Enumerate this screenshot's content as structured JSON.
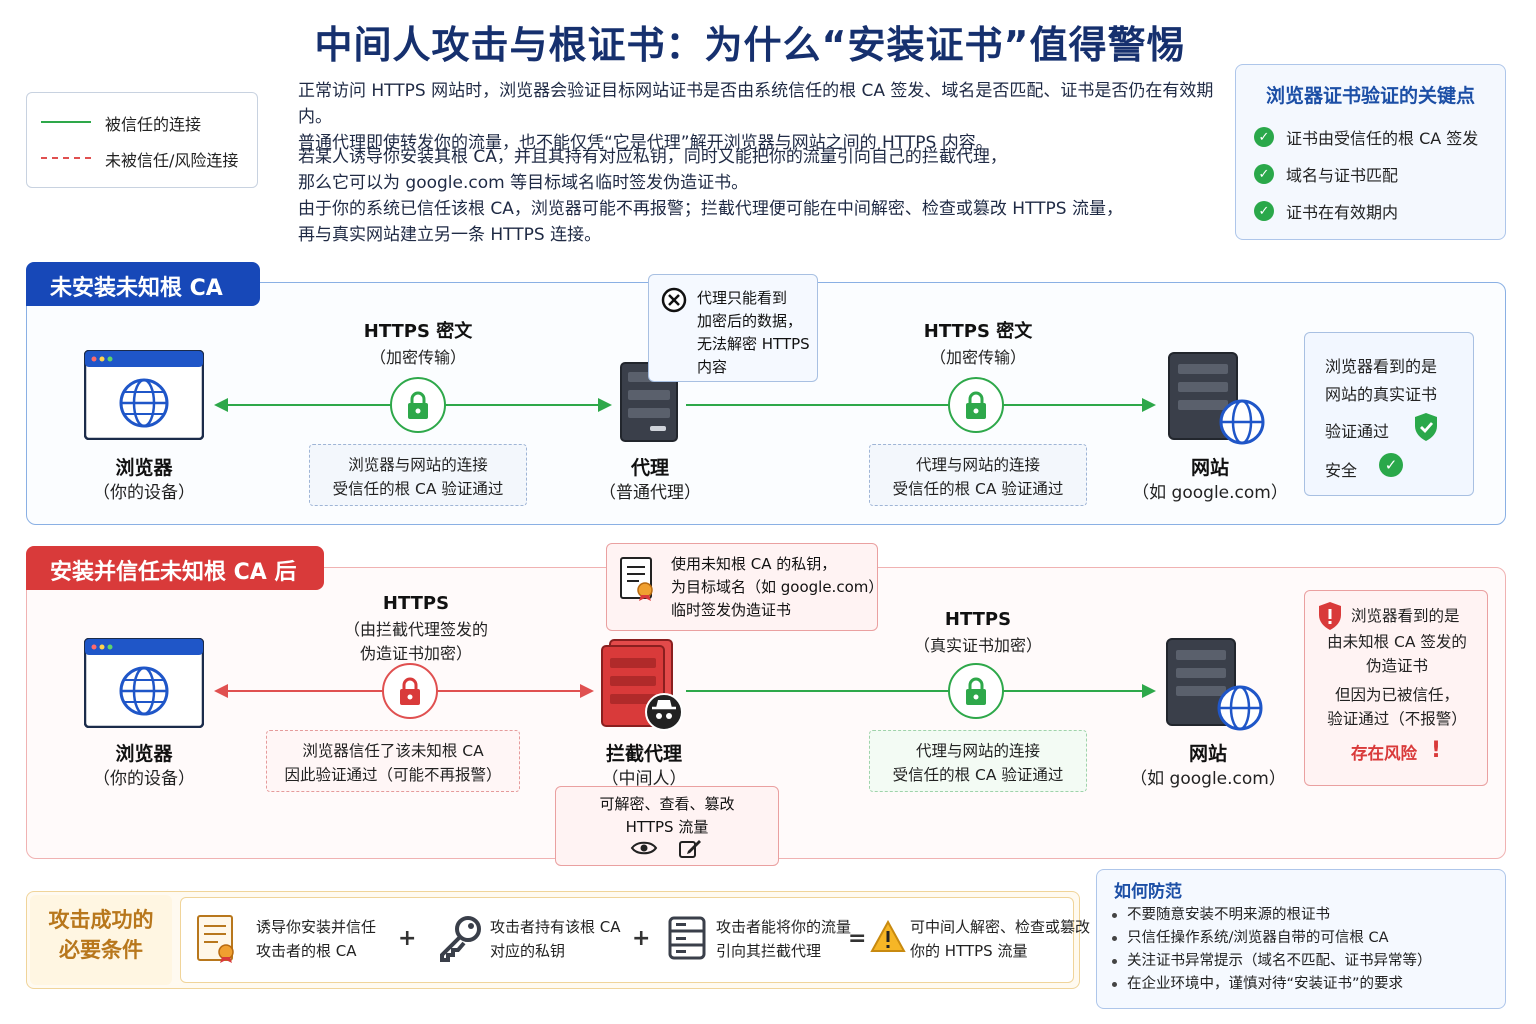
{
  "title": "中间人攻击与根证书：为什么“安装证书”值得警惕",
  "legend": {
    "trusted": "被信任的连接",
    "untrusted": "未被信任/风险连接",
    "trusted_color": "#2ea84a",
    "untrusted_color": "#e05050"
  },
  "intro": {
    "p1_line1": "正常访问 HTTPS 网站时，浏览器会验证目标网站证书是否由系统信任的根 CA 签发、域名是否匹配、证书是否仍在有效期内。",
    "p1_line2": "普通代理即使转发你的流量，也不能仅凭“它是代理”解开浏览器与网站之间的 HTTPS 内容。",
    "p2_line1": "若某人诱导你安装其根 CA，并且其持有对应私钥，同时又能把你的流量引向自己的拦截代理，",
    "p2_line2": "那么它可以为 google.com 等目标域名临时签发伪造证书。",
    "p2_line3": "由于你的系统已信任该根 CA，浏览器可能不再报警；拦截代理便可能在中间解密、检查或篡改 HTTPS 流量，",
    "p2_line4": "再与真实网站建立另一条 HTTPS 连接。"
  },
  "keypoints": {
    "title": "浏览器证书验证的关键点",
    "items": [
      "证书由受信任的根 CA 签发",
      "域名与证书匹配",
      "证书在有效期内"
    ]
  },
  "panel_a": {
    "tab": "未安装未知根 CA",
    "browser_label": "浏览器",
    "browser_sub": "（你的设备）",
    "left_conn_title": "HTTPS 密文",
    "left_conn_sub": "（加密传输）",
    "left_box_line1": "浏览器与网站的连接",
    "left_box_line2": "受信任的根 CA 验证通过",
    "proxy_label": "代理",
    "proxy_sub": "（普通代理）",
    "callout_line1": "代理只能看到",
    "callout_line2": "加密后的数据，",
    "callout_line3": "无法解密 HTTPS",
    "callout_line4": "内容",
    "right_conn_title": "HTTPS 密文",
    "right_conn_sub": "（加密传输）",
    "right_box_line1": "代理与网站的连接",
    "right_box_line2": "受信任的根 CA 验证通过",
    "site_label": "网站",
    "site_sub": "（如 google.com）",
    "side_line1": "浏览器看到的是",
    "side_line2": "网站的真实证书",
    "side_verify": "验证通过",
    "side_safe": "安全"
  },
  "panel_b": {
    "tab": "安装并信任未知根 CA 后",
    "browser_label": "浏览器",
    "browser_sub": "（你的设备）",
    "left_conn_title": "HTTPS",
    "left_conn_sub1": "（由拦截代理签发的",
    "left_conn_sub2": "伪造证书加密）",
    "left_box_line1": "浏览器信任了该未知根 CA",
    "left_box_line2": "因此验证通过（可能不再报警）",
    "proxy_label": "拦截代理",
    "proxy_sub": "（中间人）",
    "callout_line1": "使用未知根 CA 的私钥，",
    "callout_line2": "为目标域名（如 google.com）",
    "callout_line3": "临时签发伪造证书",
    "under_line1": "可解密、查看、篡改",
    "under_line2": "HTTPS 流量",
    "right_conn_title": "HTTPS",
    "right_conn_sub": "（真实证书加密）",
    "right_box_line1": "代理与网站的连接",
    "right_box_line2": "受信任的根 CA 验证通过",
    "site_label": "网站",
    "site_sub": "（如 google.com）",
    "side_line1": "浏览器看到的是",
    "side_line2": "由未知根 CA 签发的",
    "side_line3": "伪造证书",
    "side_line4": "但因为已被信任，",
    "side_line5": "验证通过（不报警）",
    "side_risk": "存在风险"
  },
  "conditions": {
    "title_line1": "攻击成功的",
    "title_line2": "必要条件",
    "c1_line1": "诱导你安装并信任",
    "c1_line2": "攻击者的根 CA",
    "c2_line1": "攻击者持有该根 CA",
    "c2_line2": "对应的私钥",
    "c3_line1": "攻击者能将你的流量",
    "c3_line2": "引向其拦截代理",
    "c4_line1": "可中间人解密、检查或篡改",
    "c4_line2": "你的 HTTPS 流量",
    "plus": "+",
    "equals": "="
  },
  "prevention": {
    "title": "如何防范",
    "items": [
      "不要随意安装不明来源的根证书",
      "只信任操作系统/浏览器自带的可信根 CA",
      "关注证书异常提示（域名不匹配、证书异常等）",
      "在企业环境中，谨慎对待“安装证书”的要求"
    ]
  }
}
